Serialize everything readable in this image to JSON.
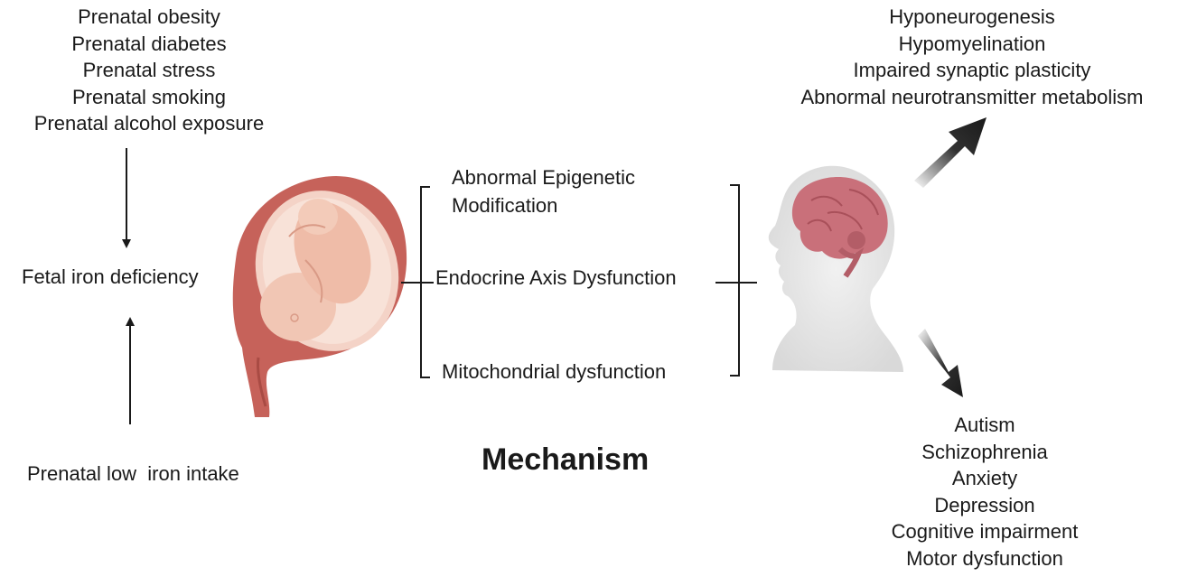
{
  "prenatal_causes": [
    "Prenatal obesity",
    "Prenatal diabetes",
    "Prenatal stress",
    "Prenatal smoking",
    "Prenatal alcohol exposure"
  ],
  "fetal_label": "Fetal iron deficiency",
  "intake_label": "Prenatal low  iron intake",
  "mechanisms": {
    "epigenetic_line1": "Abnormal Epigenetic",
    "epigenetic_line2": "Modification",
    "endocrine": "Endocrine Axis Dysfunction",
    "mitochondrial": "Mitochondrial dysfunction"
  },
  "mechanism_title": "Mechanism",
  "brain_effects": [
    "Hyponeurogenesis",
    "Hypomyelination",
    "Impaired synaptic plasticity",
    "Abnormal neurotransmitter metabolism"
  ],
  "disorders": [
    "Autism",
    "Schizophrenia",
    "Anxiety",
    "Depression",
    "Cognitive impairment",
    "Motor dysfunction"
  ],
  "colors": {
    "text": "#1a1a1a",
    "uterus": "#c6625a",
    "uterus_inner": "#f4d3c7",
    "fetus": "#f1c6b4",
    "head_skin": "#e9e9e9",
    "brain": "#c9707a",
    "arrow": "#1a1a1a"
  }
}
